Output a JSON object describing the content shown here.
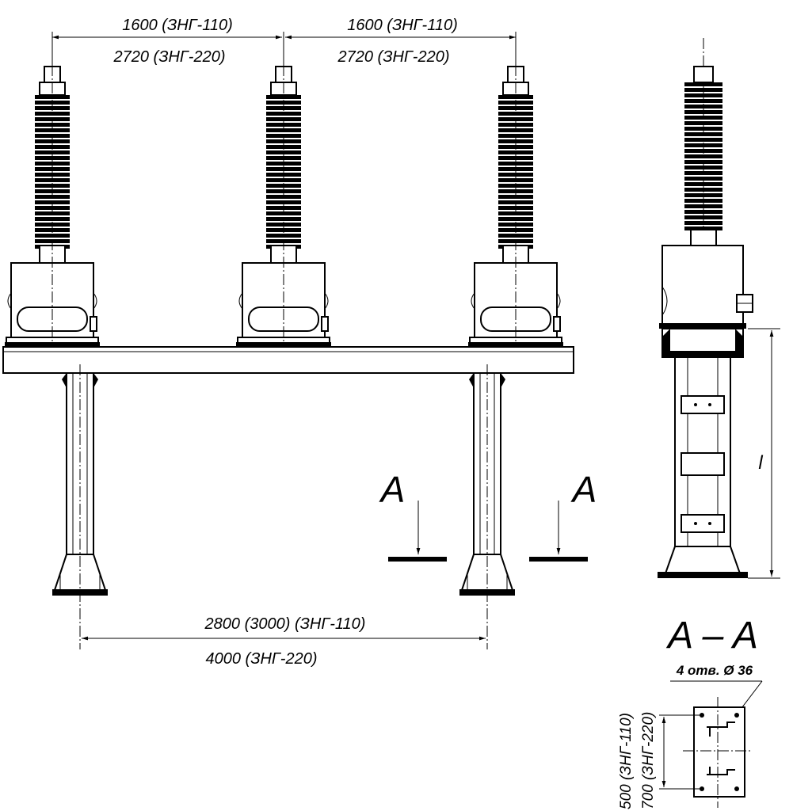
{
  "top_dimensions": {
    "left_span_110": "1600 (ЗНГ-110)",
    "left_span_220": "2720 (ЗНГ-220)",
    "right_span_110": "1600 (ЗНГ-110)",
    "right_span_220": "2720 (ЗНГ-220)"
  },
  "bottom_dimensions": {
    "support_span_110": "2800 (3000)  (ЗНГ-110)",
    "support_span_220": "4000  (ЗНГ-220)"
  },
  "section_marks": {
    "left": "A",
    "right": "A"
  },
  "side_view": {
    "height_label": "l"
  },
  "section_view": {
    "title": "A – A",
    "holes_label": "4 отв. Ø 36",
    "spacing_110": "500 (ЗНГ-110)",
    "spacing_220": "700 (ЗНГ-220)"
  }
}
